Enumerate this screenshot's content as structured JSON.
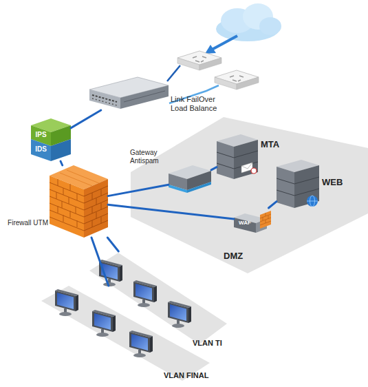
{
  "diagram": {
    "nodes": [
      {
        "text": [
          "Link FailOver Load Balance"
        ]
      },
      {
        "text": [
          "IPS",
          "IDS"
        ]
      },
      {
        "text": [
          "DMZ"
        ]
      },
      {
        "text": [
          "MTA"
        ],
        "in": 2
      },
      {
        "text": [
          "Gateway Antispam"
        ],
        "in": 2
      },
      {
        "text": [
          "WEB"
        ],
        "in": 2
      },
      {
        "text": [
          "WAF"
        ],
        "in": 2
      },
      {
        "text": [
          "Firewall UTM"
        ]
      },
      {
        "text": [
          "VLAN TI"
        ]
      },
      {
        "text": [
          "VLAN FINAL"
        ]
      }
    ],
    "edges": [
      {
        "from": 0,
        "to": 1,
        "arrow": "none"
      },
      {
        "from": 1,
        "to": 7,
        "arrow": "none"
      },
      {
        "from": 7,
        "to": 4,
        "arrow": "none"
      },
      {
        "from": 4,
        "to": 3,
        "arrow": "none"
      },
      {
        "from": 7,
        "to": 6,
        "arrow": "none"
      },
      {
        "from": 6,
        "to": 5,
        "arrow": "none"
      },
      {
        "from": 7,
        "to": 8,
        "arrow": "none"
      },
      {
        "from": 7,
        "to": 9,
        "arrow": "none"
      }
    ]
  }
}
